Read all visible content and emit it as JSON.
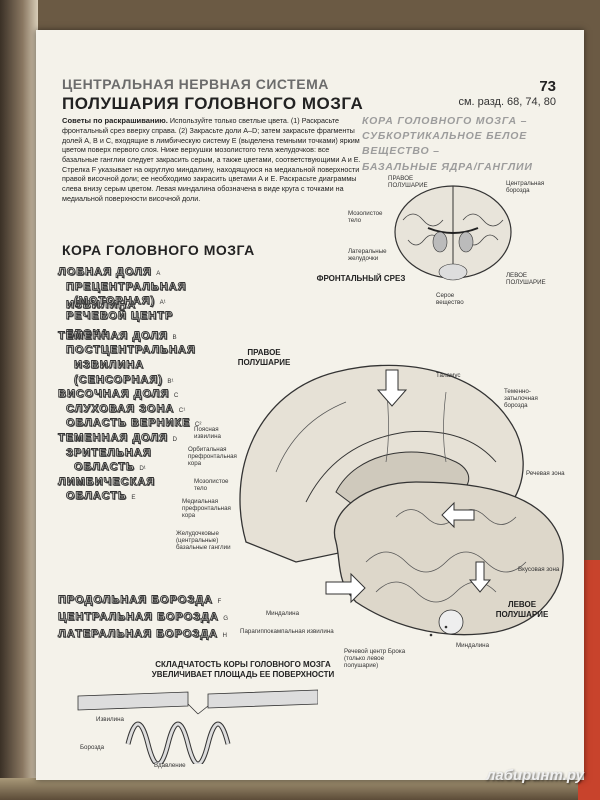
{
  "header": {
    "chapter": "ЦЕНТРАЛЬНАЯ НЕРВНАЯ СИСТЕМА",
    "title": "ПОЛУШАРИЯ ГОЛОВНОГО МОЗГА",
    "page_number": "73",
    "page_ref": "см. разд. 68, 74, 80"
  },
  "tips": {
    "heading": "Советы по раскрашиванию.",
    "text": "Используйте только светлые цвета. (1) Раскрасьте фронтальный срез вверху справа. (2) Закрасьте доли A–D; затем закрасьте фрагменты долей A, B и C, входящие в лимбическую систему E (выделена темными точками) ярким цветом поверх первого слоя. Ниже верхушки мозолистого тела желудочков: все базальные ганглии следует закрасить серым, а также цветами, соответствующими A и E. Стрелка F указывает на округлую миндалину, находящуюся на медиальной поверхности правой височной доли; ее необходимо закрасить цветами A и E. Раскрасьте диаграммы слева внизу серым цветом. Левая миндалина обозначена в виде круга с точками на медиальной поверхности височной доли."
  },
  "right_caption": [
    "КОРА ГОЛОВНОГО МОЗГА –",
    "СУБКОРТИКАЛЬНОЕ БЕЛОЕ",
    "ВЕЩЕСТВО –",
    "БАЗАЛЬНЫЕ ЯДРА/ГАНГЛИИ"
  ],
  "section": "КОРА ГОЛОВНОГО МОЗГА",
  "legend": [
    {
      "text": "ЛОБНАЯ ДОЛЯ",
      "mark": "A"
    },
    {
      "text": "ПРЕЦЕНТРАЛЬНАЯ ИЗВИЛИНА",
      "mark": ""
    },
    {
      "text": "(МОТОРНАЯ)",
      "mark": "A¹"
    },
    {
      "text": "РЕЧЕВОЙ ЦЕНТР БРОКА",
      "mark": "A²"
    },
    {
      "text": "ТЕМЕННАЯ ДОЛЯ",
      "mark": "B"
    },
    {
      "text": "ПОСТЦЕНТРАЛЬНАЯ",
      "mark": ""
    },
    {
      "text": "ИЗВИЛИНА",
      "mark": ""
    },
    {
      "text": "(СЕНСОРНАЯ)",
      "mark": "B¹"
    },
    {
      "text": "ВИСОЧНАЯ ДОЛЯ",
      "mark": "C"
    },
    {
      "text": "СЛУХОВАЯ ЗОНА",
      "mark": "C¹"
    },
    {
      "text": "ОБЛАСТЬ ВЕРНИКЕ",
      "mark": "C²"
    },
    {
      "text": "ТЕМЕННАЯ ДОЛЯ",
      "mark": "D"
    },
    {
      "text": "ЗРИТЕЛЬНАЯ",
      "mark": ""
    },
    {
      "text": "ОБЛАСТЬ",
      "mark": "D¹"
    },
    {
      "text": "ЛИМБИЧЕСКАЯ",
      "mark": ""
    },
    {
      "text": "ОБЛАСТЬ",
      "mark": "E"
    }
  ],
  "sulci": [
    {
      "text": "ПРОДОЛЬНАЯ БОРОЗДА",
      "mark": "F"
    },
    {
      "text": "ЦЕНТРАЛЬНАЯ БОРОЗДА",
      "mark": "G"
    },
    {
      "text": "ЛАТЕРАЛЬНАЯ БОРОЗДА",
      "mark": "H"
    }
  ],
  "frontal": {
    "label": "ФРОНТАЛЬНЫЙ СРЕЗ",
    "right_hemi": "ПРАВОЕ ПОЛУШАРИЕ",
    "left_hemi": "ЛЕВОЕ ПОЛУШАРИЕ",
    "callosum": "Мозолистое тело",
    "central_sulcus": "Центральная борозда",
    "ventricles": "Латеральные желудочки",
    "gray_matter": "Серое вещество"
  },
  "brain": {
    "right_hemi": "ПРАВОЕ ПОЛУШАРИЕ",
    "left_hemi": "ЛЕВОЕ ПОЛУШАРИЕ",
    "thalamus": "Таламус",
    "parieto_occipital": "Теменно-затылочная борозда",
    "cingulate": "Поясная извилина",
    "orbital_prefrontal": "Орбитальная префронтальная кора",
    "callosum": "Мозолистое тело",
    "medial_prefrontal": "Медиальная префронтальная кора",
    "basal_ganglia": "Желудочковые (центральные) базальные ганглии",
    "amygdala": "Миндалина",
    "parahippocampal": "Парагиппокампальная извилина",
    "broca": "Речевой центр Брока (только левое полушарие)",
    "speech_zone": "Речевая зона",
    "taste_zone": "Вкусовая зона",
    "amygdala2": "Миндалина"
  },
  "folding": {
    "title": "СКЛАДЧАТОСТЬ КОРЫ ГОЛОВНОГО МОЗГА УВЕЛИЧИВАЕТ ПЛОЩАДЬ ЕЕ ПОВЕРХНОСТИ",
    "gyrus": "Извилина",
    "sulcus": "Борозда",
    "depression": "Вдавление"
  },
  "watermark": "лабиринт.ру"
}
